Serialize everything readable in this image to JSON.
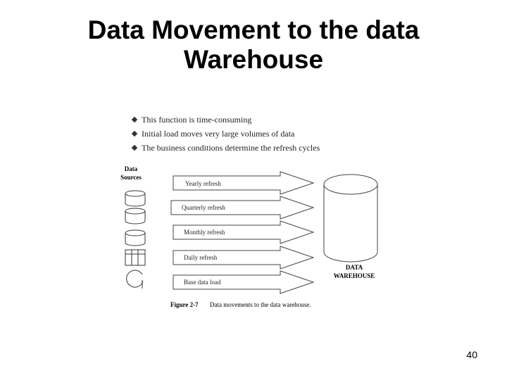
{
  "slide": {
    "title_line1": "Data Movement to the data",
    "title_line2": "Warehouse",
    "page_number": "40"
  },
  "bullets": [
    {
      "text": "This function is time-consuming",
      "icon": "diamond-bullet-icon"
    },
    {
      "text": "Initial load moves very large volumes of data",
      "icon": "diamond-bullet-icon"
    },
    {
      "text": "The business conditions determine the refresh cycles",
      "icon": "diamond-bullet-icon"
    }
  ],
  "figure": {
    "sources_label_line1": "Data",
    "sources_label_line2": "Sources",
    "refresh_arrows": [
      {
        "label": "Yearly refresh"
      },
      {
        "label": "Quarterly refresh"
      },
      {
        "label": "Monthly refresh"
      },
      {
        "label": "Daily refresh"
      },
      {
        "label": "Base data load"
      }
    ],
    "warehouse_label_line1": "DATA",
    "warehouse_label_line2": "WAREHOUSE",
    "caption_number": "Figure 2-7",
    "caption_text": "Data movements to the data warehouse.",
    "source_icons": [
      "database-icon",
      "database-icon",
      "database-icon",
      "spreadsheet-icon",
      "circular-file-icon"
    ]
  }
}
